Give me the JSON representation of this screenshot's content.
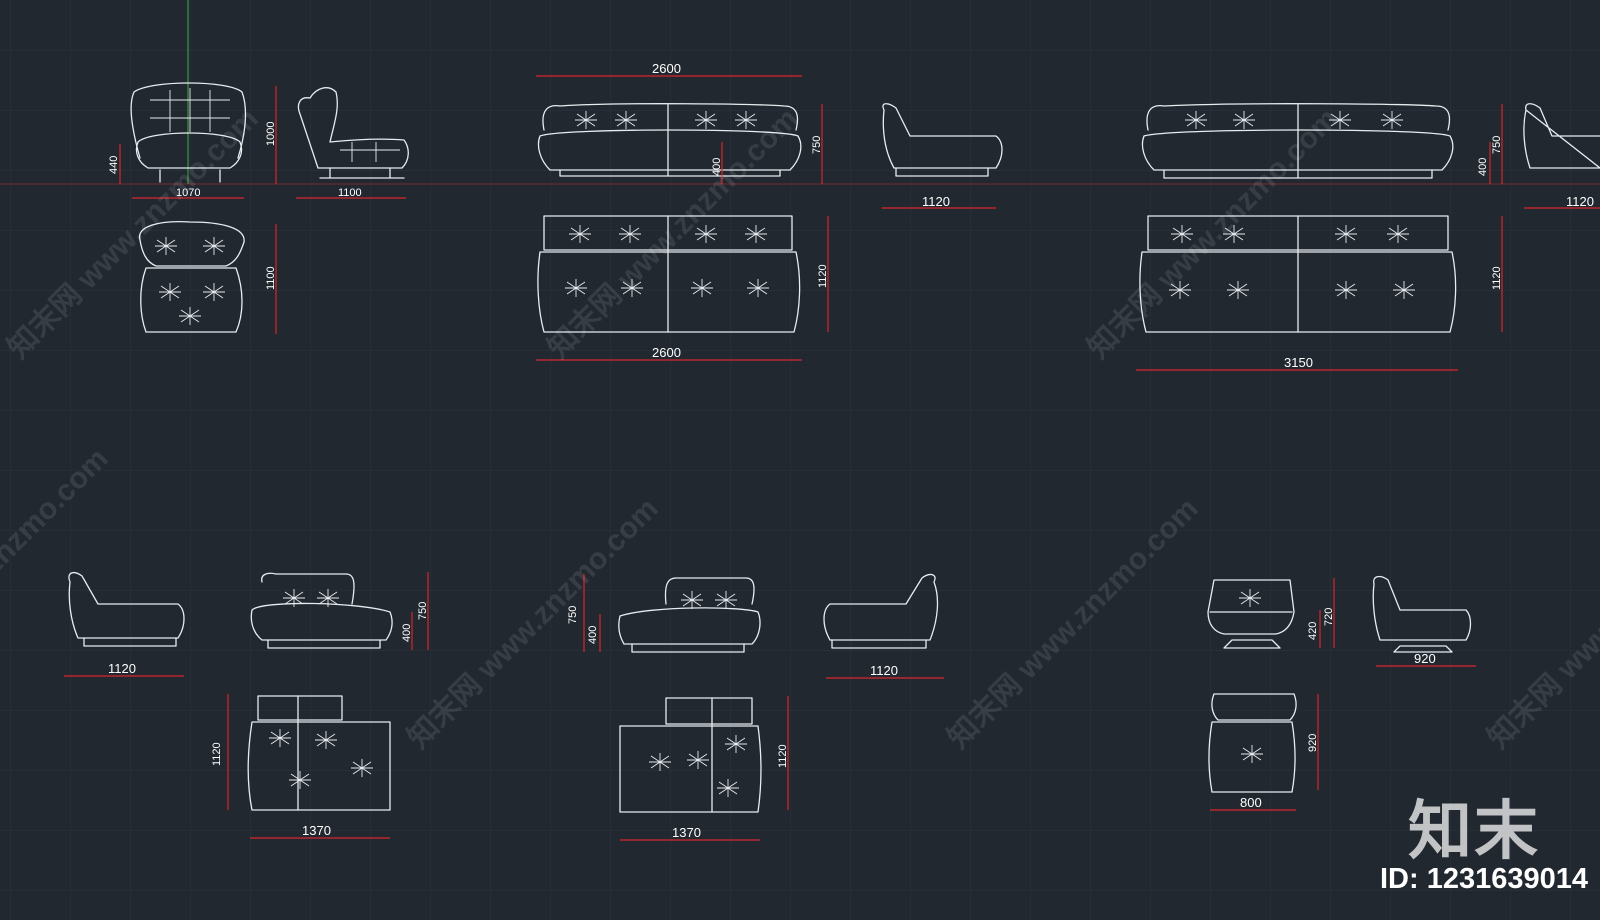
{
  "watermark": {
    "site": "知末网 www.znzmo.com",
    "brand": "知末",
    "id_text": "ID: 1231639014"
  },
  "colors": {
    "background": "#212830",
    "grid": "#2c3440",
    "line": "#e8ecef",
    "dimension": "#d8262d",
    "axis_y": "#3cb043"
  },
  "dimensions": {
    "armchair_front_width": "1070",
    "armchair_seat_height": "440",
    "armchair_height": "1000",
    "armchair_side_depth": "1100",
    "armchair_plan_depth": "1100",
    "sofa2600_width_top": "2600",
    "sofa2600_height": "750",
    "sofa2600_seat": "400",
    "sofa2600_depth": "1120",
    "sofa2600_width_bottom": "2600",
    "side_depth_a": "1120",
    "sofa3150_width": "3150",
    "sofa3150_height": "750",
    "sofa3150_seat": "400",
    "sofa3150_depth": "1120",
    "side_depth_b": "1120",
    "module1_side": "1120",
    "module2_height": "750",
    "module2_seat": "400",
    "module2_depth": "1120",
    "module2_width": "1370",
    "module3_height": "750",
    "module3_seat": "400",
    "module3_depth": "1120",
    "module3_width": "1370",
    "module4_side": "1120",
    "swivel_height": "720",
    "swivel_seat": "420",
    "swivel_side": "920",
    "swivel_depth": "920",
    "swivel_width": "800"
  }
}
